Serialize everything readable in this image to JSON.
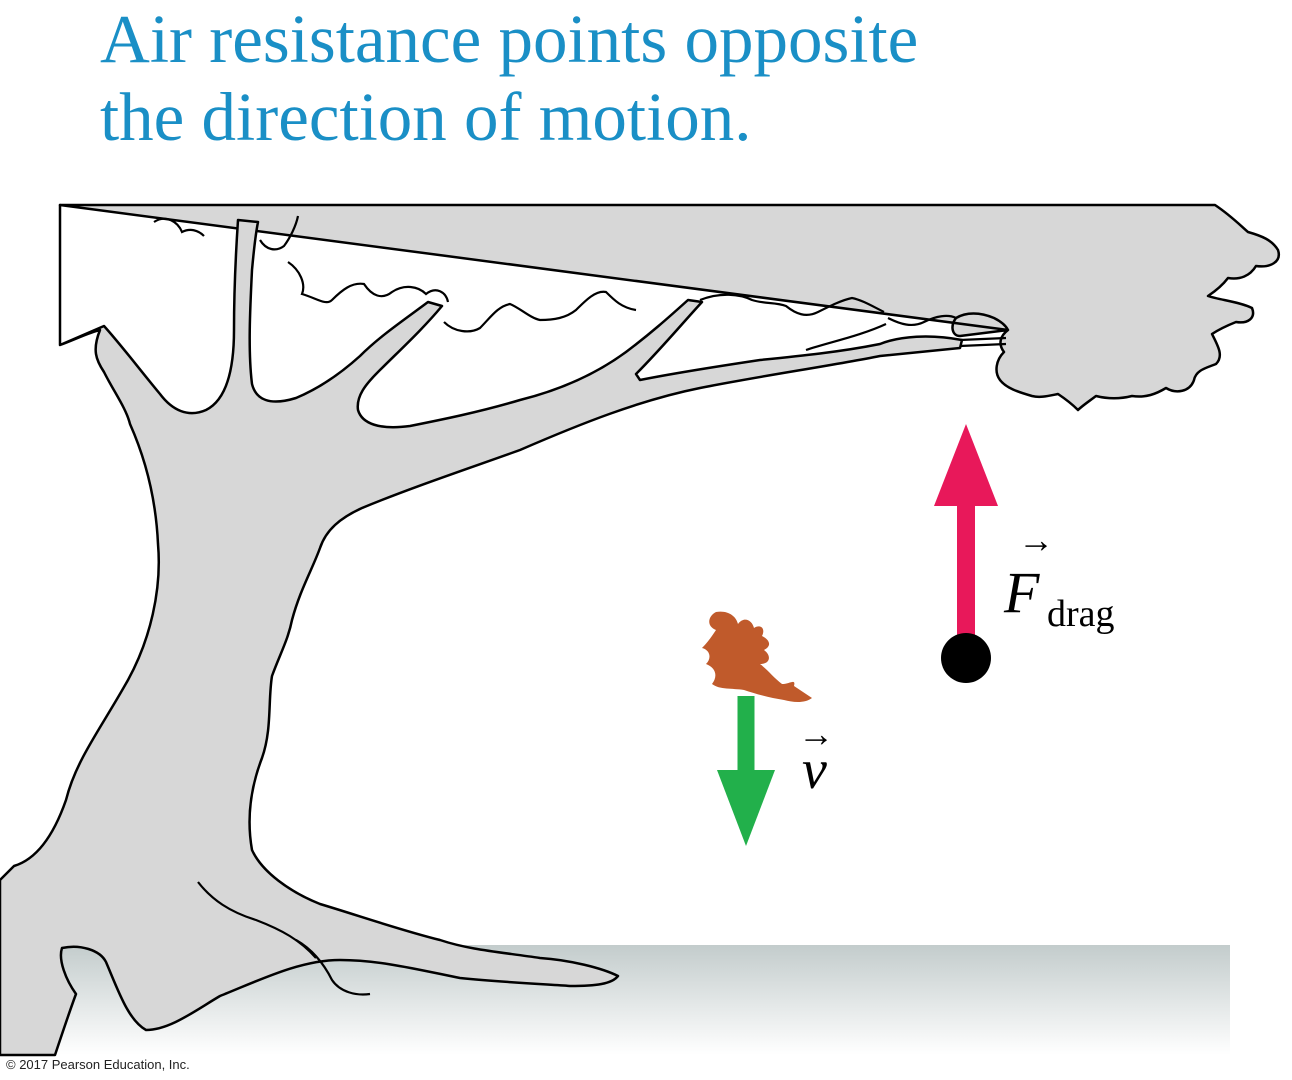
{
  "title": {
    "line1": "Air resistance points opposite",
    "line2": "the direction of motion."
  },
  "drag_vector": {
    "symbol": "F",
    "subscript": "drag",
    "arrow_glyph": "→",
    "color": "#e8185a"
  },
  "velocity_vector": {
    "symbol": "v",
    "arrow_glyph": "→",
    "color": "#22b04b"
  },
  "colors": {
    "title": "#1a8fc6",
    "tree_fill": "#d7d7d7",
    "ground_top": "#c3cccc",
    "leaf": "#c05a2b",
    "ball": "#000000"
  },
  "credit": "© 2017 Pearson Education, Inc."
}
